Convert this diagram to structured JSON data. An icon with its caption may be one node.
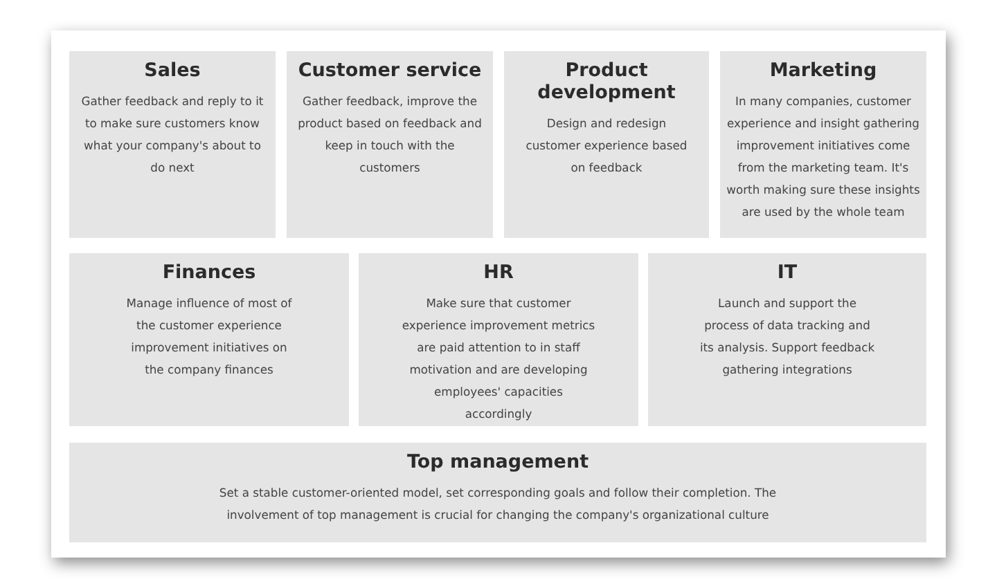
{
  "diagram": {
    "nodes": [
      {
        "text": [
          "Sales",
          "Gather feedback and reply to it to make sure customers know what your company's about to do next"
        ]
      },
      {
        "text": [
          "Customer service",
          "Gather feedback, improve the product based on feedback and keep in touch with the customers"
        ]
      },
      {
        "text": [
          "Product development",
          "Design and redesign customer experience based on feedback"
        ]
      },
      {
        "text": [
          "Marketing",
          "In many companies, customer experience and insight gathering improvement initiatives come from the marketing team. It's worth making sure these insights are used by the whole team"
        ]
      },
      {
        "text": [
          "Finances",
          "Manage influence of most of the customer experience improvement initiatives on the company finances"
        ]
      },
      {
        "text": [
          "HR",
          "Make sure that customer experience improvement metrics are paid attention to in staff motivation and are developing employees' capacities accordingly"
        ]
      },
      {
        "text": [
          "IT",
          "Launch and support the process of data tracking and its analysis. Support feedback gathering integrations"
        ]
      },
      {
        "text": [
          "Top management",
          "Set a stable customer-oriented model, set corresponding goals and follow their completion. The involvement of top management is crucial for changing the company's organizational culture"
        ]
      }
    ]
  }
}
